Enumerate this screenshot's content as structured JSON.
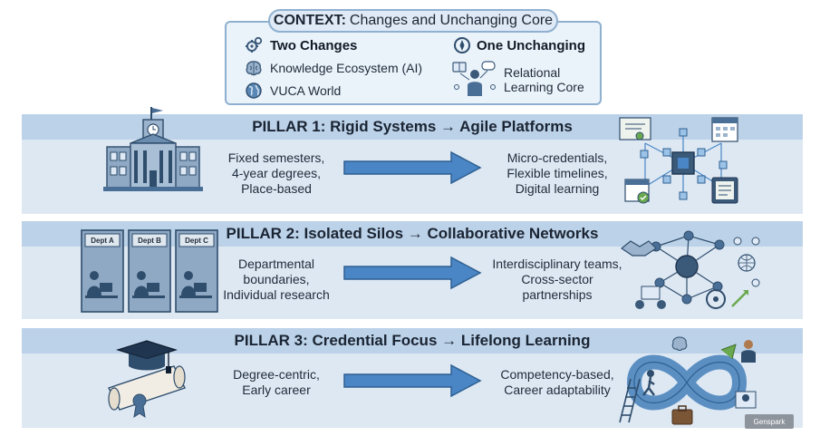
{
  "context": {
    "title_bold": "CONTEXT:",
    "title_rest": "Changes and Unchanging Core",
    "changes": {
      "heading": "Two Changes",
      "items": [
        "Knowledge Ecosystem (AI)",
        "VUCA World"
      ]
    },
    "unchanging": {
      "heading": "One Unchanging",
      "lines": [
        "Relational",
        "Learning Core"
      ]
    }
  },
  "pillars": [
    {
      "title": "PILLAR 1: Rigid Systems → Agile Platforms",
      "left_lines": [
        "Fixed semesters,",
        "4-year degrees,",
        "Place-based"
      ],
      "right_lines": [
        "Micro-credentials,",
        "Flexible timelines,",
        "Digital learning"
      ]
    },
    {
      "title": "PILLAR 2: Isolated Silos → Collaborative Networks",
      "left_lines": [
        "Departmental",
        "boundaries,",
        "Individual research"
      ],
      "right_lines": [
        "Interdisciplinary teams,",
        "Cross-sector",
        "partnerships"
      ],
      "dept_labels": [
        "Dept A",
        "Dept B",
        "Dept C"
      ]
    },
    {
      "title": "PILLAR 3: Credential Focus → Lifelong Learning",
      "left_lines": [
        "Degree-centric,",
        "Early career"
      ],
      "right_lines": [
        "Competency-based,",
        "Career adaptability"
      ]
    }
  ],
  "watermark": "Genspark",
  "colors": {
    "band_fill": "#dde8f3",
    "band_header": "#bcd2e8",
    "arrow_fill": "#4a86c5",
    "context_border": "#8fb0cf"
  }
}
